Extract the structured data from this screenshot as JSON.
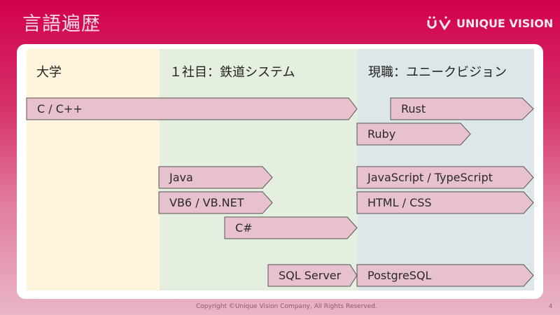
{
  "slide": {
    "title": "言語遍歴",
    "logo_text": "UNIQUE VISION",
    "footer": "Copyright ©Unique Vision Company, All Rights Reserved.",
    "page_number": "4"
  },
  "periods": [
    {
      "id": "university",
      "label": "大学",
      "color": "#fef5dc"
    },
    {
      "id": "first-company",
      "label": "１社目：鉄道システム",
      "color": "#e4efdf"
    },
    {
      "id": "current",
      "label": "現職：ユニークビジョン",
      "color": "#dde7e9"
    }
  ],
  "languages": [
    {
      "name": "C / C++",
      "periods": [
        "university",
        "first-company"
      ]
    },
    {
      "name": "Rust",
      "periods": [
        "current"
      ]
    },
    {
      "name": "Ruby",
      "periods": [
        "current"
      ]
    },
    {
      "name": "Java",
      "periods": [
        "first-company"
      ]
    },
    {
      "name": "JavaScript / TypeScript",
      "periods": [
        "current"
      ]
    },
    {
      "name": "VB6 / VB.NET",
      "periods": [
        "first-company"
      ]
    },
    {
      "name": "HTML / CSS",
      "periods": [
        "current"
      ]
    },
    {
      "name": "C#",
      "periods": [
        "first-company"
      ]
    },
    {
      "name": "SQL Server",
      "periods": [
        "first-company"
      ]
    },
    {
      "name": "PostgreSQL",
      "periods": [
        "current"
      ]
    }
  ],
  "colors": {
    "bar_fill": "#e8c1cf",
    "bar_stroke": "#555555",
    "header_red": "#d2004d"
  }
}
